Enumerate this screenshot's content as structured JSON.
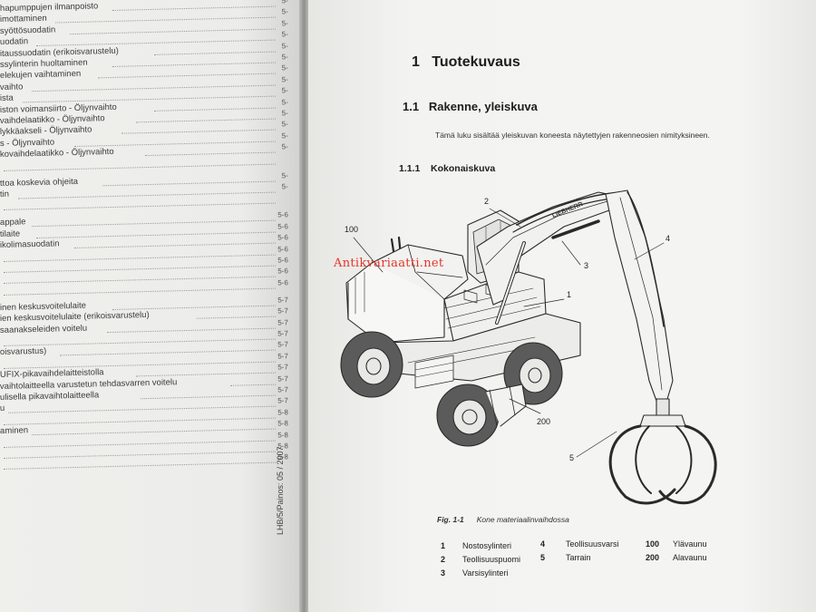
{
  "left_page": {
    "toc_lines": [
      {
        "text": "hapumppujen ilmanpoisto",
        "page": "5-"
      },
      {
        "text": "imottaminen",
        "page": "5-"
      },
      {
        "text": "syöttösuodatin",
        "page": "5-"
      },
      {
        "text": "uodatin",
        "page": "5-"
      },
      {
        "text": "itaussuodatin (erikoisvarustelu)",
        "page": "5-"
      },
      {
        "text": "ssylinterin huoltaminen",
        "page": "5-"
      },
      {
        "text": "elekujen vaihtaminen",
        "page": "5-"
      },
      {
        "text": "vaihto",
        "page": "5-"
      },
      {
        "text": "ista",
        "page": "5-"
      },
      {
        "text": "iston voimansiirto - Öljynvaihto",
        "page": "5-"
      },
      {
        "text": "vaihdelaatikko - Öljynvaihto",
        "page": "5-"
      },
      {
        "text": "lykkäakseli - Öljynvaihto",
        "page": "5-"
      },
      {
        "text": "s - Öljynvaihto",
        "page": "5-"
      },
      {
        "text": "kovaihdelaatikko - Öljynvaihto",
        "page": "5-"
      },
      {
        "text": "",
        "page": ""
      },
      {
        "text": "ttoa koskevia ohjeita",
        "page": "5-"
      },
      {
        "text": "tin",
        "page": "5-"
      },
      {
        "text": "",
        "page": ""
      },
      {
        "text": "appale",
        "page": "5-6"
      },
      {
        "text": "tilaite",
        "page": "5-6"
      },
      {
        "text": "ikolimasuodatin",
        "page": "5-6"
      },
      {
        "text": "",
        "page": "5-6"
      },
      {
        "text": "",
        "page": "5-6"
      },
      {
        "text": "",
        "page": "5-6"
      },
      {
        "text": "",
        "page": "5-6"
      },
      {
        "text": "inen keskusvoitelulaite",
        "page": "5-7"
      },
      {
        "text": "ien keskusvoitelulaite (erikoisvarustelu)",
        "page": "5-7"
      },
      {
        "text": "saanakseleiden voitelu",
        "page": "5-7"
      },
      {
        "text": "",
        "page": "5-7"
      },
      {
        "text": "oisvarustus)",
        "page": "5-7"
      },
      {
        "text": "",
        "page": "5-7"
      },
      {
        "text": "UFIX-pikavaihdelaitteistolla",
        "page": "5-7"
      },
      {
        "text": "vaihtolaitteella varustetun tehdasvarren voitelu",
        "page": "5-7"
      },
      {
        "text": "ulisella pikavaihtolaitteella",
        "page": "5-7"
      },
      {
        "text": "u",
        "page": "5-7"
      },
      {
        "text": "",
        "page": "5-8"
      },
      {
        "text": "aminen",
        "page": "5-8"
      },
      {
        "text": "",
        "page": "5-8"
      },
      {
        "text": "",
        "page": "5-8"
      },
      {
        "text": "",
        "page": "5-8"
      }
    ],
    "footer": "LHB/5/Painos: 05 / 2007"
  },
  "right_page": {
    "chapter": {
      "number": "1",
      "title": "Tuotekuvaus"
    },
    "section": {
      "number": "1.1",
      "title": "Rakenne, yleiskuva"
    },
    "intro": "Tämä luku sisältää yleiskuvan koneesta näytettyjen rakenneosien nimityksineen.",
    "subsection": {
      "number": "1.1.1",
      "title": "Kokonaiskuva"
    },
    "figure": {
      "label": "Fig. 1-1",
      "caption": "Kone materiaalinvaihdossa",
      "brand_on_arm": "LIEBHERR",
      "callouts": [
        "100",
        "2",
        "3",
        "4",
        "1",
        "200",
        "5"
      ]
    },
    "legend": [
      {
        "num": "1",
        "text": "Nostosylinteri"
      },
      {
        "num": "2",
        "text": "Teollisuuspuomi"
      },
      {
        "num": "3",
        "text": "Varsisylinteri"
      },
      {
        "num": "4",
        "text": "Teollisuusvarsi"
      },
      {
        "num": "5",
        "text": "Tarrain"
      },
      {
        "num": "100",
        "text": "Ylävaunu"
      },
      {
        "num": "200",
        "text": "Alavaunu"
      }
    ]
  },
  "watermark": "Antikvariaatti.net"
}
